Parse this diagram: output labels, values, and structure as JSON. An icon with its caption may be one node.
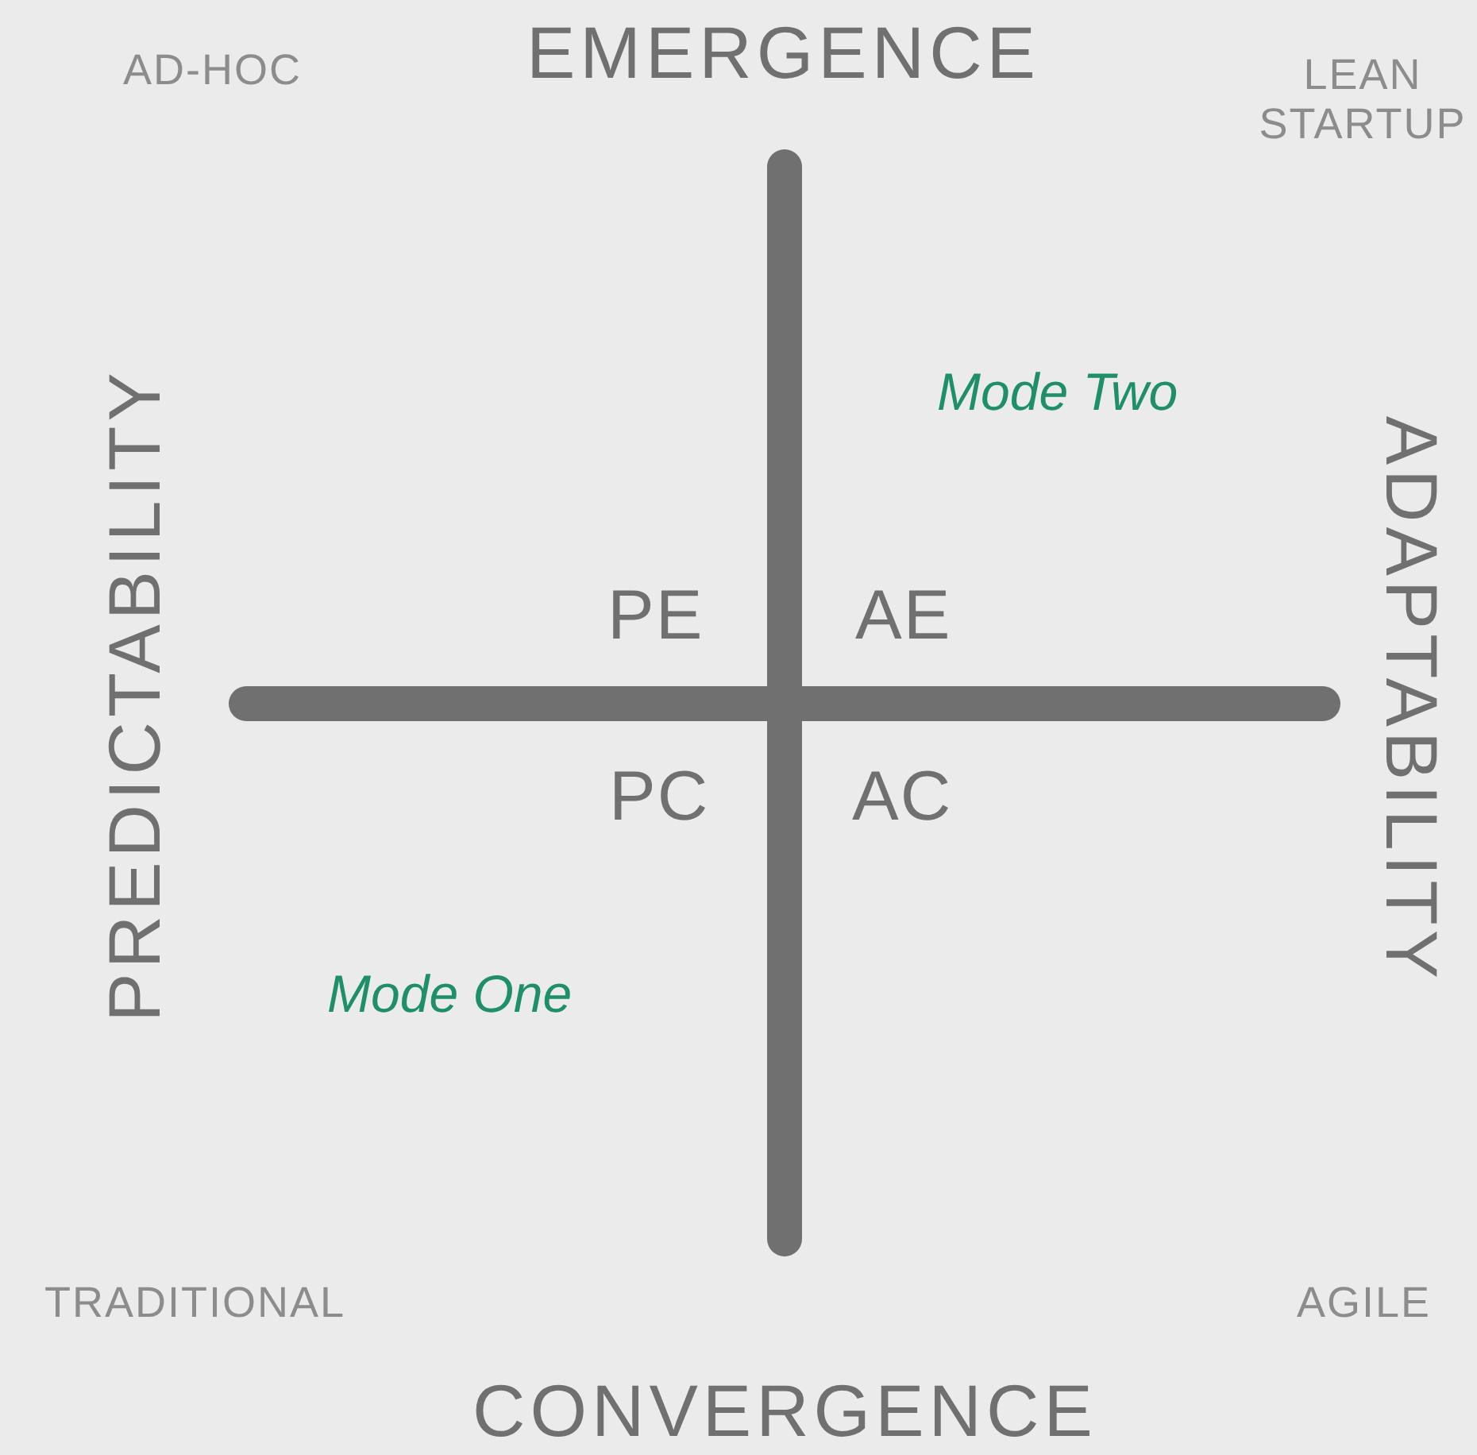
{
  "diagram": {
    "labels": [
      "EMERGENCE",
      "AD-HOC",
      "LEAN STARTUP",
      "Mode Two",
      "PREDICTABILITY",
      "ADAPTABILITY",
      "PE",
      "AE",
      "PC",
      "AC",
      "Mode One",
      "TRADITIONAL",
      "AGILE",
      "CONVERGENCE"
    ]
  }
}
